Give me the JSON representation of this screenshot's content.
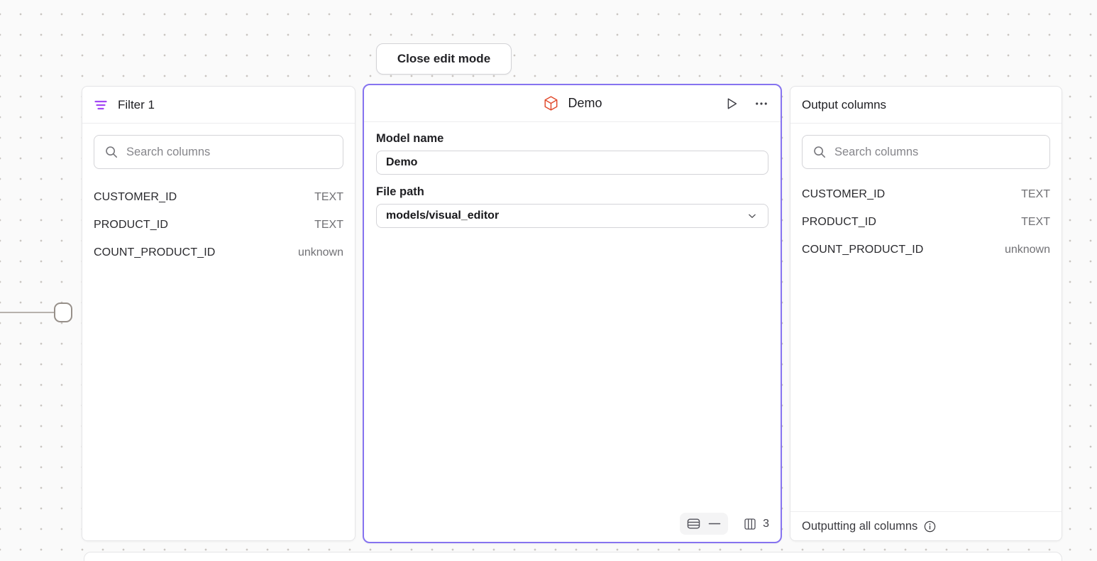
{
  "toolbar": {
    "close_button_label": "Close edit mode"
  },
  "filter_panel": {
    "title": "Filter 1",
    "icon": "filter-lines-icon",
    "search_placeholder": "Search columns",
    "columns": [
      {
        "name": "CUSTOMER_ID",
        "type": "TEXT"
      },
      {
        "name": "PRODUCT_ID",
        "type": "TEXT"
      },
      {
        "name": "COUNT_PRODUCT_ID",
        "type": "unknown"
      }
    ]
  },
  "demo_panel": {
    "title": "Demo",
    "icon": "model-cube-icon",
    "actions": [
      "run",
      "more-options"
    ],
    "model_name_label": "Model name",
    "model_name_value": "Demo",
    "file_path_label": "File path",
    "file_path_value": "models/visual_editor",
    "footer": {
      "row_count": "—",
      "column_count": "3"
    }
  },
  "output_panel": {
    "title": "Output columns",
    "search_placeholder": "Search columns",
    "columns": [
      {
        "name": "CUSTOMER_ID",
        "type": "TEXT"
      },
      {
        "name": "PRODUCT_ID",
        "type": "TEXT"
      },
      {
        "name": "COUNT_PRODUCT_ID",
        "type": "unknown"
      }
    ],
    "footer_text": "Outputting all columns"
  },
  "colors": {
    "selected_node_border": "#8673f0",
    "filter_icon_purple": "#a347f5",
    "model_cube_orange": "#e1492b",
    "canvas_background": "#fafafa",
    "grid_dot": "#c9c5c1",
    "muted_text": "#717175"
  }
}
